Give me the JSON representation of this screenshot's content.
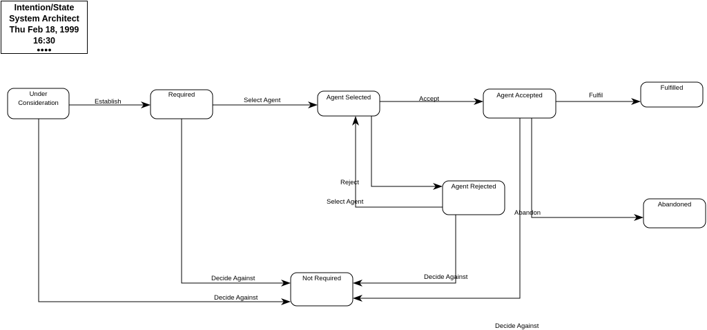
{
  "title_block": {
    "line1": "Intention/State",
    "line2": "System Architect",
    "line3": "Thu Feb 18, 1999",
    "line4": "16:30",
    "dots": "●●●●"
  },
  "states": {
    "under_consideration": [
      "Under",
      "Consideration"
    ],
    "required": "Required",
    "agent_selected": "Agent Selected",
    "agent_accepted": "Agent Accepted",
    "fulfilled": "Fulfilled",
    "agent_rejected": "Agent Rejected",
    "abandoned": "Abandoned",
    "not_required": "Not Required"
  },
  "transitions": {
    "establish": "Establish",
    "select_agent": "Select Agent",
    "accept": "Accept",
    "fulfil": "Fulfil",
    "reject": "Reject",
    "select_agent_retry": "Select Agent",
    "abandon": "Abandon",
    "decide_against_required": "Decide Against",
    "decide_against_consideration": "Decide Against",
    "decide_against_rejected": "Decide Against",
    "decide_against_accepted": "Decide Against"
  }
}
